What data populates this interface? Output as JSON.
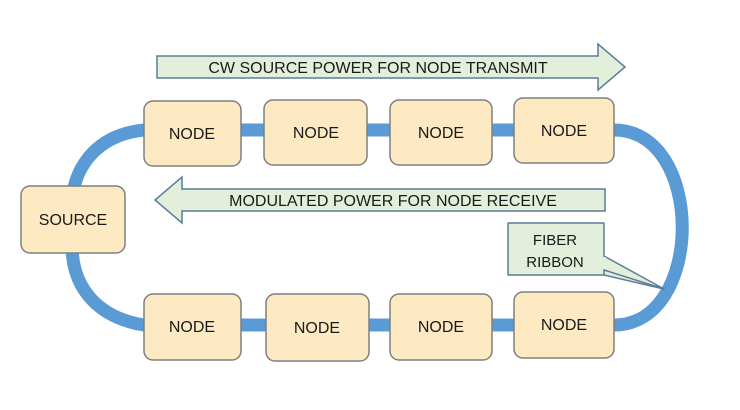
{
  "arrows": {
    "transmit": {
      "label": "CW SOURCE POWER FOR NODE TRANSMIT"
    },
    "receive": {
      "label": "MODULATED POWER FOR NODE RECEIVE"
    }
  },
  "source": {
    "label": "SOURCE"
  },
  "top_nodes": [
    {
      "label": "NODE"
    },
    {
      "label": "NODE"
    },
    {
      "label": "NODE"
    },
    {
      "label": "NODE"
    }
  ],
  "bottom_nodes": [
    {
      "label": "NODE"
    },
    {
      "label": "NODE"
    },
    {
      "label": "NODE"
    },
    {
      "label": "NODE"
    }
  ],
  "callout": {
    "line1": "FIBER",
    "line2": "RIBBON"
  },
  "colors": {
    "node_fill": "#fdeac2",
    "node_stroke": "#7f7f7f",
    "arrow_fill": "#e3efdb",
    "arrow_stroke": "#5a7d9a",
    "ribbon": "#5b9bd5",
    "callout_fill": "#e3efdb"
  }
}
